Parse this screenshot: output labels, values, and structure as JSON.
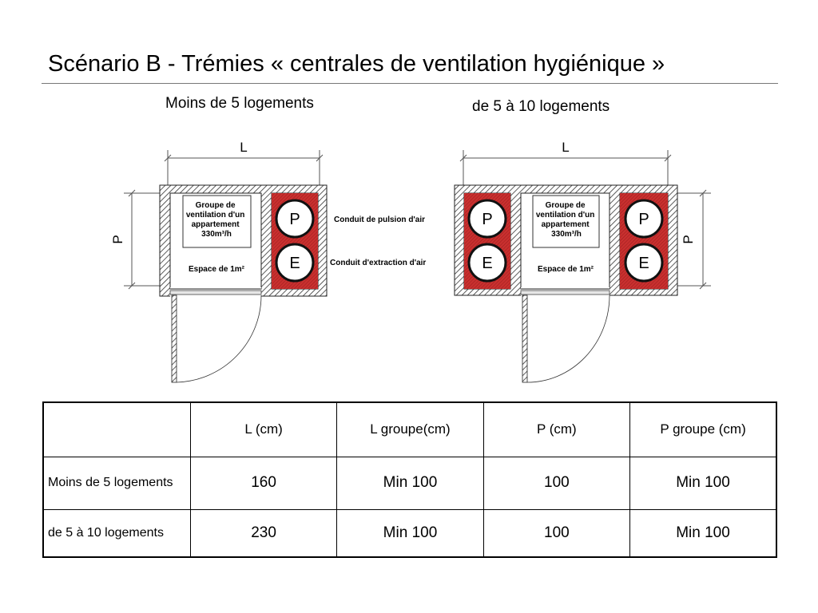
{
  "slide": {
    "title": "Scénario B - Trémies « centrales de ventilation hygiénique »"
  },
  "captions": {
    "left": "Moins de 5 logements",
    "right": "de 5 à 10 logements"
  },
  "plan": {
    "dim_width": "L",
    "dim_depth": "P",
    "unit_label_lines": [
      "Groupe de",
      "ventilation d'un",
      "appartement",
      "330m³/h"
    ],
    "space_label": "Espace de 1m²",
    "duct_supply": "P",
    "duct_extract": "E",
    "callout_supply": "Conduit de pulsion d'air",
    "callout_extract": "Conduit d'extraction d'air"
  },
  "colors": {
    "duct_fill": "#c9302f",
    "wall_hatch": "#333333"
  },
  "table": {
    "headers": [
      "",
      "L (cm)",
      "L groupe(cm)",
      "P (cm)",
      "P groupe (cm)"
    ],
    "rows": [
      [
        "Moins de 5 logements",
        "160",
        "Min 100",
        "100",
        "Min 100"
      ],
      [
        "de 5 à 10 logements",
        "230",
        "Min 100",
        "100",
        "Min 100"
      ]
    ]
  }
}
